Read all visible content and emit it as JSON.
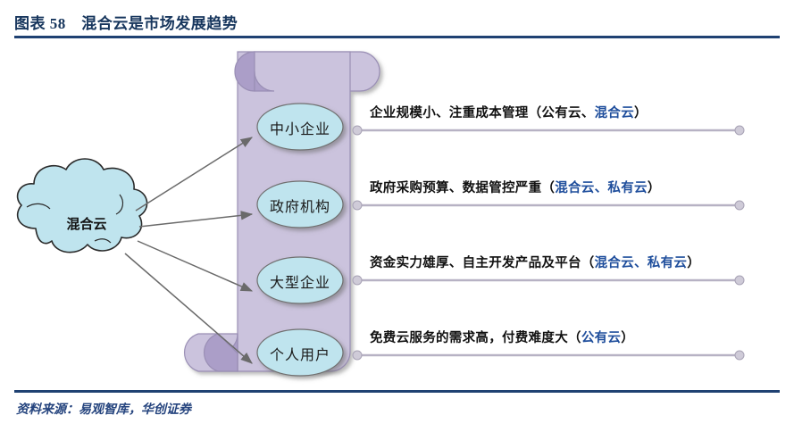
{
  "header": {
    "figure_label": "图表 58",
    "title": "混合云是市场发展趋势",
    "full_title": "图表 58　混合云是市场发展趋势"
  },
  "footer": {
    "source_note": "资料来源：易观智库，华创证券"
  },
  "colors": {
    "title_navy": "#17365d",
    "rule_navy": "#1f4172",
    "source_navy": "#25447e",
    "scroll_fill": "#cbc3dd",
    "scroll_curl": "#ab9ec8",
    "scroll_stroke": "#9a8fb5",
    "ellipse_fill": "#bfe4ee",
    "ellipse_stroke": "#6f6f6f",
    "cloud_fill": "#bfe4ee",
    "cloud_stroke": "#2a2a2a",
    "arrow_gray": "#6a6a6a",
    "connector_gray": "#b7b2c4",
    "highlight_blue": "#1f4e9c"
  },
  "center_node": {
    "label": "混合云",
    "shape": "cloud-icon"
  },
  "segments": [
    {
      "id": "sme",
      "label": "中小企业"
    },
    {
      "id": "government",
      "label": "政府机构"
    },
    {
      "id": "enterprise",
      "label": "大型企业"
    },
    {
      "id": "individual",
      "label": "个人用户"
    }
  ],
  "descriptions": [
    {
      "id": "sme-desc",
      "prefix": "企业规模小、注重成本管理（公有云、",
      "highlight": "混合云",
      "suffix": "）",
      "highlight_terms": [
        "混合云"
      ],
      "full_text": "企业规模小、注重成本管理（公有云、混合云）"
    },
    {
      "id": "government-desc",
      "prefix": "政府采购预算、数据管控严重（",
      "highlight": "混合云、私有云",
      "suffix": "）",
      "highlight_terms": [
        "混合云",
        "私有云"
      ],
      "full_text": "政府采购预算、数据管控严重（混合云、私有云）"
    },
    {
      "id": "enterprise-desc",
      "prefix": "资金实力雄厚、自主开发产品及平台（",
      "highlight": "混合云、私有云",
      "suffix": "）",
      "highlight_terms": [
        "混合云",
        "私有云"
      ],
      "full_text": "资金实力雄厚、自主开发产品及平台（混合云、私有云）"
    },
    {
      "id": "individual-desc",
      "prefix": "免费云服务的需求高，付费难度大（",
      "highlight": "公有云",
      "suffix": "）",
      "highlight_terms": [
        "公有云"
      ],
      "full_text": "免费云服务的需求高，付费难度大（公有云）"
    }
  ]
}
